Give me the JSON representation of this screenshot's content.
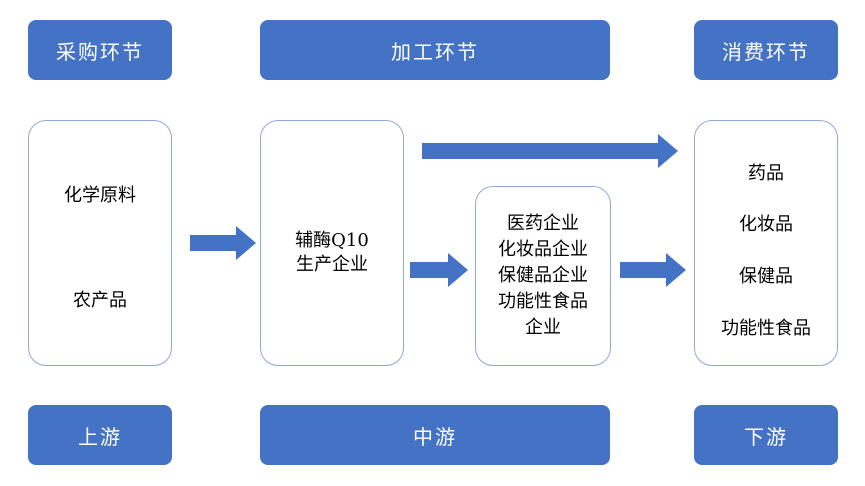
{
  "stages": {
    "procurement": "采购环节",
    "processing": "加工环节",
    "consumption": "消费环节"
  },
  "streams": {
    "upstream": "上游",
    "midstream": "中游",
    "downstream": "下游"
  },
  "upstream_box": {
    "items": [
      "化学原料",
      "农产品"
    ]
  },
  "producer_box": {
    "lines": [
      "辅酶Q10",
      "生产企业"
    ]
  },
  "enterprises_box": {
    "lines": [
      "医药企业",
      "化妆品企业",
      "保健品企业",
      "功能性食品",
      "企业"
    ]
  },
  "products_box": {
    "items": [
      "药品",
      "化妆品",
      "保健品",
      "功能性食品"
    ]
  },
  "colors": {
    "header_bg": "#4472c4",
    "box_border": "#8eaadb",
    "arrow": "#4472c4"
  }
}
